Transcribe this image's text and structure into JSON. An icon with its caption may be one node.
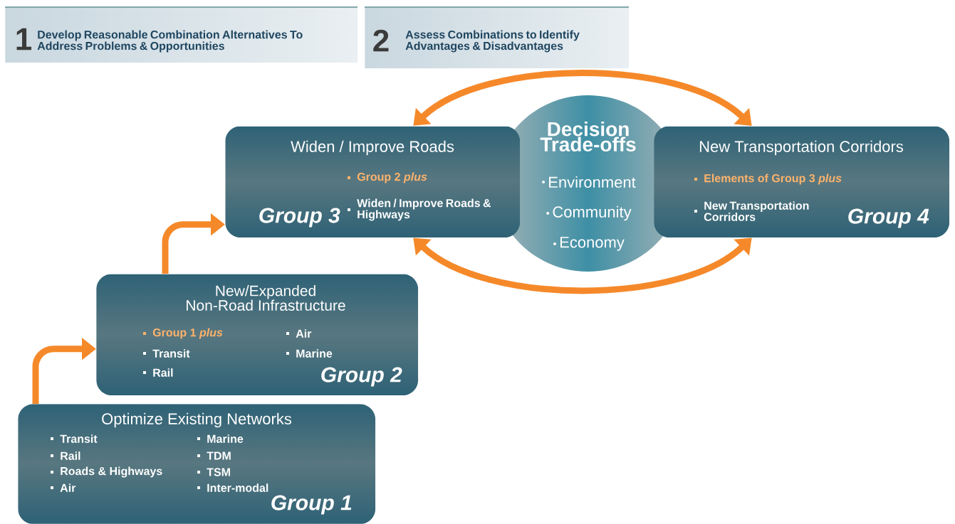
{
  "diagram": {
    "nodes": [
      {
        "text": [
          "1",
          "Develop Reasonable Combination Alternatives To Address Problems & Opportunities"
        ]
      },
      {
        "text": [
          "2",
          "Assess Combinations to Identify Advantages & Disadvantages"
        ]
      },
      {
        "text": [
          "Decision Trade-offs",
          "Environment",
          "Community",
          "Economy"
        ]
      },
      {
        "text": [
          "Widen / Improve Roads",
          "Group 2 *plus*",
          "Widen / Improve Roads & Highways",
          "Group 3"
        ]
      },
      {
        "text": [
          "New Transportation Corridors",
          "Elements of Group 3 *plus*",
          "New Transportation Corridors",
          "Group 4"
        ]
      },
      {
        "text": [
          "New/Expanded Non-Road Infrastructure",
          "Group 1 *plus*",
          "Transit",
          "Rail",
          "Air",
          "Marine",
          "Group 2"
        ]
      },
      {
        "text": [
          "Optimize Existing Networks",
          "Transit",
          "Rail",
          "Roads & Highways",
          "Air",
          "Marine",
          "TDM",
          "TSM",
          "Inter-modal",
          "Group 1"
        ]
      }
    ],
    "edges": [
      {
        "from": 3,
        "to": 4,
        "arrow": "both"
      },
      {
        "from": 3,
        "to": 4,
        "arrow": "both"
      },
      {
        "from": 6,
        "to": 5,
        "arrow": "to"
      },
      {
        "from": 5,
        "to": 3,
        "arrow": "to"
      }
    ]
  }
}
